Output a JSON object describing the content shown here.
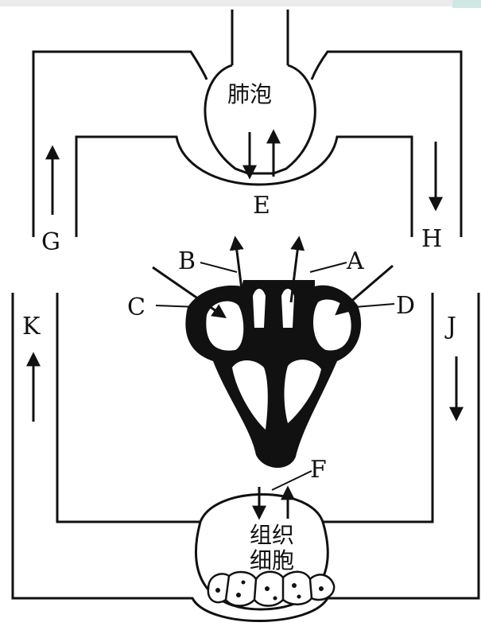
{
  "alveolus_label": "肺泡",
  "tissue_label_line1": "组织",
  "tissue_label_line2": "细胞",
  "labels": {
    "A": "A",
    "B": "B",
    "C": "C",
    "D": "D",
    "E": "E",
    "F": "F",
    "G": "G",
    "H": "H",
    "J": "J",
    "K": "K"
  },
  "colors": {
    "line": "#111111",
    "background": "#ffffff"
  }
}
